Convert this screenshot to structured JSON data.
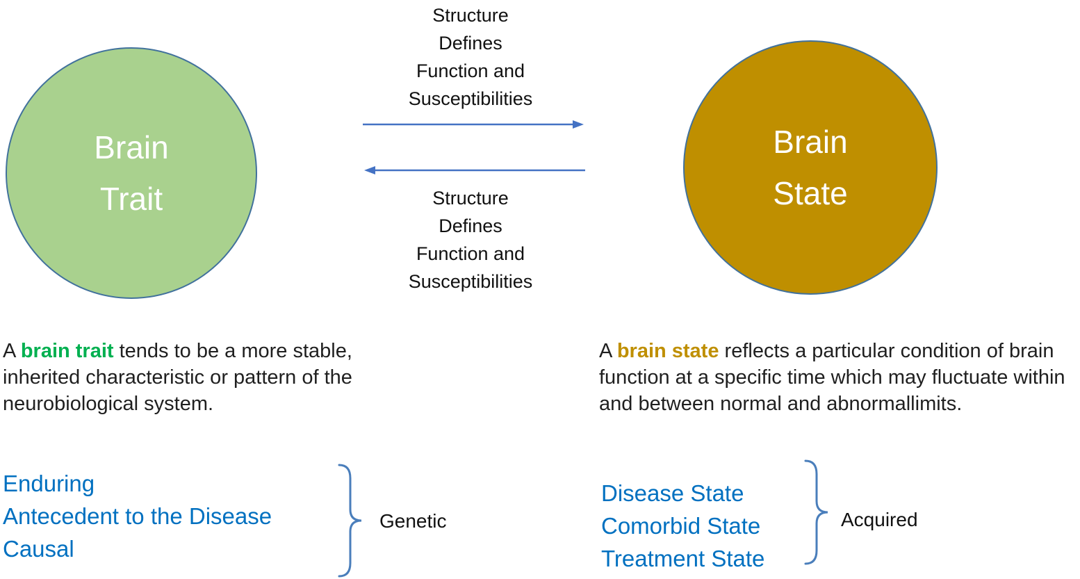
{
  "diagram": {
    "left_circle": {
      "line1": "Brain",
      "line2": "Trait",
      "fill": "#a9d18e",
      "text_color": "#ffffff"
    },
    "right_circle": {
      "line1": "Brain",
      "line2": "State",
      "fill": "#bf8f00",
      "text_color": "#ffffff"
    },
    "arrow_color": "#4472c4",
    "top_label": {
      "line1": "Structure",
      "line2": "Defines",
      "line3": "Function and",
      "line4": "Susceptibilities"
    },
    "bottom_label": {
      "line1": "Structure",
      "line2": "Defines",
      "line3": "Function and",
      "line4": "Susceptibilities"
    }
  },
  "left_panel": {
    "description": {
      "prefix": "A ",
      "highlight": "brain trait",
      "rest": " tends to be a more stable, inherited characteristic or pattern of the neurobiological system."
    },
    "highlight_color": "#00b050",
    "list": [
      "Enduring",
      "Antecedent to the Disease",
      "Causal"
    ],
    "list_color": "#0070c0",
    "brace_label": "Genetic"
  },
  "right_panel": {
    "description": {
      "prefix": "A ",
      "highlight": "brain state",
      "rest": " reflects a particular condition of brain function at a specific time which may fluctuate within and between normal and abnormallimits."
    },
    "highlight_color": "#bf8f00",
    "list": [
      "Disease State",
      "Comorbid State",
      "Treatment State"
    ],
    "list_color": "#0070c0",
    "brace_label": "Acquired"
  }
}
